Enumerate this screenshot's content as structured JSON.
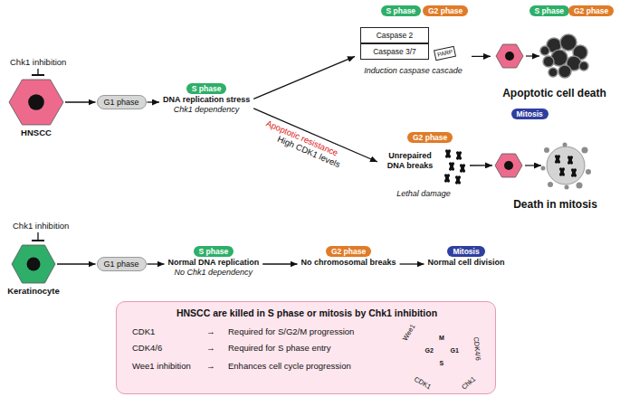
{
  "diagram": {
    "nodes": [
      {
        "text": [
          "HNSCC"
        ]
      },
      {
        "text": [
          "G1 phase"
        ]
      },
      {
        "text": [
          "DNA replication stress",
          "Chk1 dependency"
        ]
      },
      {
        "text": [
          "S phase"
        ],
        "in": 2
      },
      {
        "text": [
          "Induction caspase cascade"
        ]
      },
      {
        "text": [
          "S phase"
        ],
        "in": 4
      },
      {
        "text": [
          "G2 phase"
        ],
        "in": 4
      },
      {
        "text": [
          "Caspase 2"
        ],
        "in": 4
      },
      {
        "text": [
          "Caspase 3/7"
        ],
        "in": 4
      },
      {
        "text": [
          "PARP"
        ],
        "in": 4
      },
      {
        "text": [
          "Apoptotic cell death"
        ]
      },
      {
        "text": [
          "S phase"
        ],
        "in": 10
      },
      {
        "text": [
          "G2 phase"
        ],
        "in": 10
      },
      {
        "text": [
          "Unrepaired DNA breaks",
          "Lethal damage"
        ]
      },
      {
        "text": [
          "G2 phase"
        ],
        "in": 13
      },
      {
        "text": [
          "Death in mitosis"
        ]
      },
      {
        "text": [
          "Mitosis"
        ],
        "in": 15
      },
      {
        "text": [
          "Keratinocyte"
        ]
      },
      {
        "text": [
          "G1 phase"
        ]
      },
      {
        "text": [
          "Normal DNA replication",
          "No Chk1 dependency"
        ]
      },
      {
        "text": [
          "S phase"
        ],
        "in": 19
      },
      {
        "text": [
          "No chromosomal breaks"
        ]
      },
      {
        "text": [
          "G2 phase"
        ],
        "in": 21
      },
      {
        "text": [
          "Normal cell division"
        ]
      },
      {
        "text": [
          "Mitosis"
        ],
        "in": 23
      },
      {
        "text": [
          "HNSCC are killed in S phase or mitosis by Chk1 inhibition"
        ]
      }
    ],
    "edges": [
      {
        "from": 0,
        "to": 1,
        "arrow": "to"
      },
      {
        "from": 1,
        "to": 2,
        "arrow": "to"
      },
      {
        "from": 2,
        "to": 4,
        "arrow": "to"
      },
      {
        "from": 2,
        "to": 13,
        "arrow": "to"
      },
      {
        "from": 4,
        "to": 10,
        "arrow": "to"
      },
      {
        "from": 13,
        "to": 15,
        "arrow": "to"
      },
      {
        "from": 17,
        "to": 18,
        "arrow": "to"
      },
      {
        "from": 18,
        "to": 19,
        "arrow": "to"
      },
      {
        "from": 19,
        "to": 21,
        "arrow": "to"
      },
      {
        "from": 21,
        "to": 23,
        "arrow": "to"
      }
    ],
    "labels": [
      "Chk1 inhibition",
      "Apoptotic resistance",
      "High CDK1 levels",
      "Chk1 inhibition",
      "CDK1",
      "→",
      "Required for S/G2/M progression",
      "CDK4/6",
      "→",
      "Required for S phase entry",
      "Wee1 inhibition",
      "→",
      "Enhances cell cycle progression",
      "Wee1",
      "CDK1",
      "CDK4/6",
      "Chk1",
      "M",
      "G1",
      "S",
      "G2"
    ]
  }
}
